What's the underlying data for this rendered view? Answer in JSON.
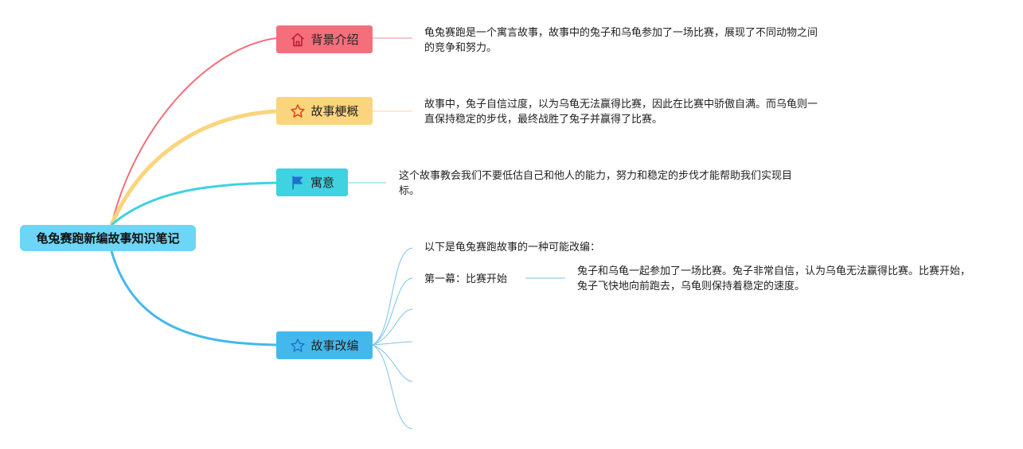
{
  "colors": {
    "root_fill": "#6dd5f6",
    "background_branch": "#f46e7c",
    "summary_branch": "#fbd57d",
    "moral_branch": "#3fd2e0",
    "adaptation_branch": "#44b8ec",
    "sub_line": "#7cc2e8"
  },
  "root": {
    "label": "龟兔赛跑新编故事知识笔记"
  },
  "branches": [
    {
      "label": "背景介绍",
      "icon": "house-icon",
      "note": "龟兔赛跑是一个寓言故事，故事中的兔子和乌龟参加了一场比赛，展现了不同动物之间的竞争和努力。"
    },
    {
      "label": "故事梗概",
      "icon": "star-icon",
      "note": "故事中，兔子自信过度，以为乌龟无法赢得比赛，因此在比赛中骄傲自满。而乌龟则一直保持稳定的步伐，最终战胜了兔子并赢得了比赛。"
    },
    {
      "label": "寓意",
      "icon": "flag-icon",
      "note": "这个故事教会我们不要低估自己和他人的能力，努力和稳定的步伐才能帮助我们实现目标。"
    },
    {
      "label": "故事改编",
      "icon": "star-outline-icon",
      "children": [
        {
          "label": "以下是龟兔赛跑故事的一种可能改编："
        },
        {
          "label": "第一幕：比赛开始",
          "note": "兔子和乌龟一起参加了一场比赛。兔子非常自信，认为乌龟无法赢得比赛。比赛开始，兔子飞快地向前跑去，乌龟则保持着稳定的速度。"
        }
      ]
    }
  ]
}
